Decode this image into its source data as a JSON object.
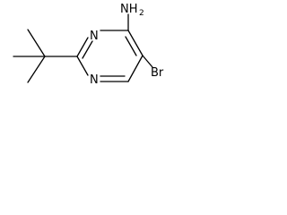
{
  "molecule": {
    "atoms": {
      "amine": {
        "main": "NH",
        "sub": "2"
      },
      "bromo": "Br",
      "ring_n_top": "N",
      "ring_n_bottom": "N"
    }
  }
}
